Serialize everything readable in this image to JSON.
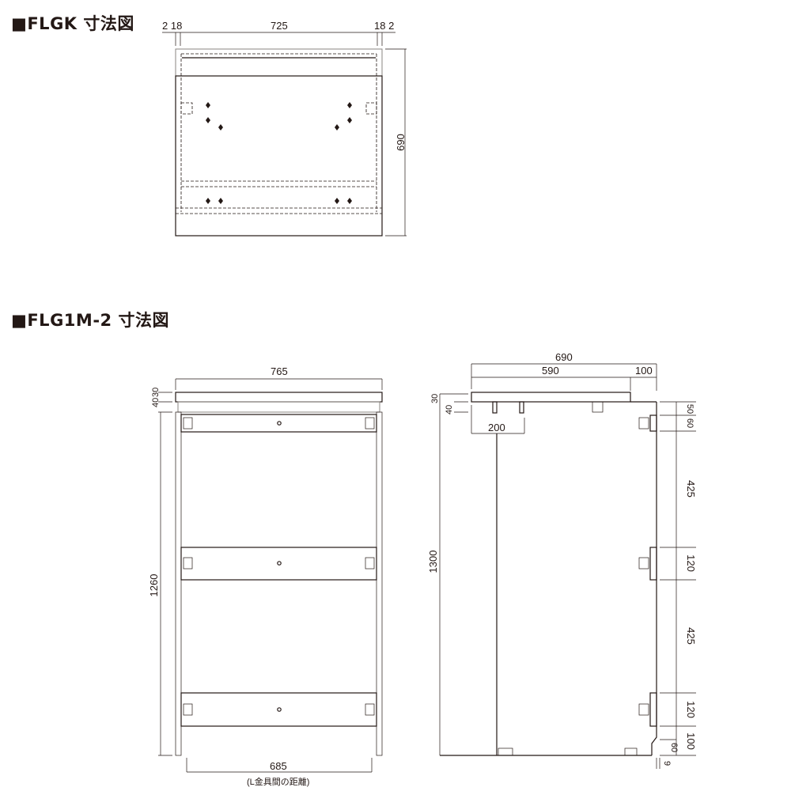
{
  "sections": [
    {
      "title": "■FLGK 寸法図"
    },
    {
      "title": "■FLG1M-2 寸法図"
    }
  ],
  "flgk": {
    "dims": {
      "left": "2 18",
      "width": "725",
      "right": "18 2",
      "height": "690"
    }
  },
  "flg1m2": {
    "front": {
      "width": "765",
      "top_a": "30",
      "top_b": "40",
      "height": "1260",
      "bracket_distance": "685",
      "bracket_note": "(L金具間の距離)"
    },
    "side": {
      "depth": "690",
      "top_depth": "590",
      "overhang": "100",
      "top_a": "30",
      "top_b": "40",
      "leg_spacing": "200",
      "height": "1300",
      "right": [
        "50",
        "60",
        "425",
        "120",
        "425",
        "120",
        "100"
      ],
      "base": "60",
      "gap": "9"
    }
  }
}
